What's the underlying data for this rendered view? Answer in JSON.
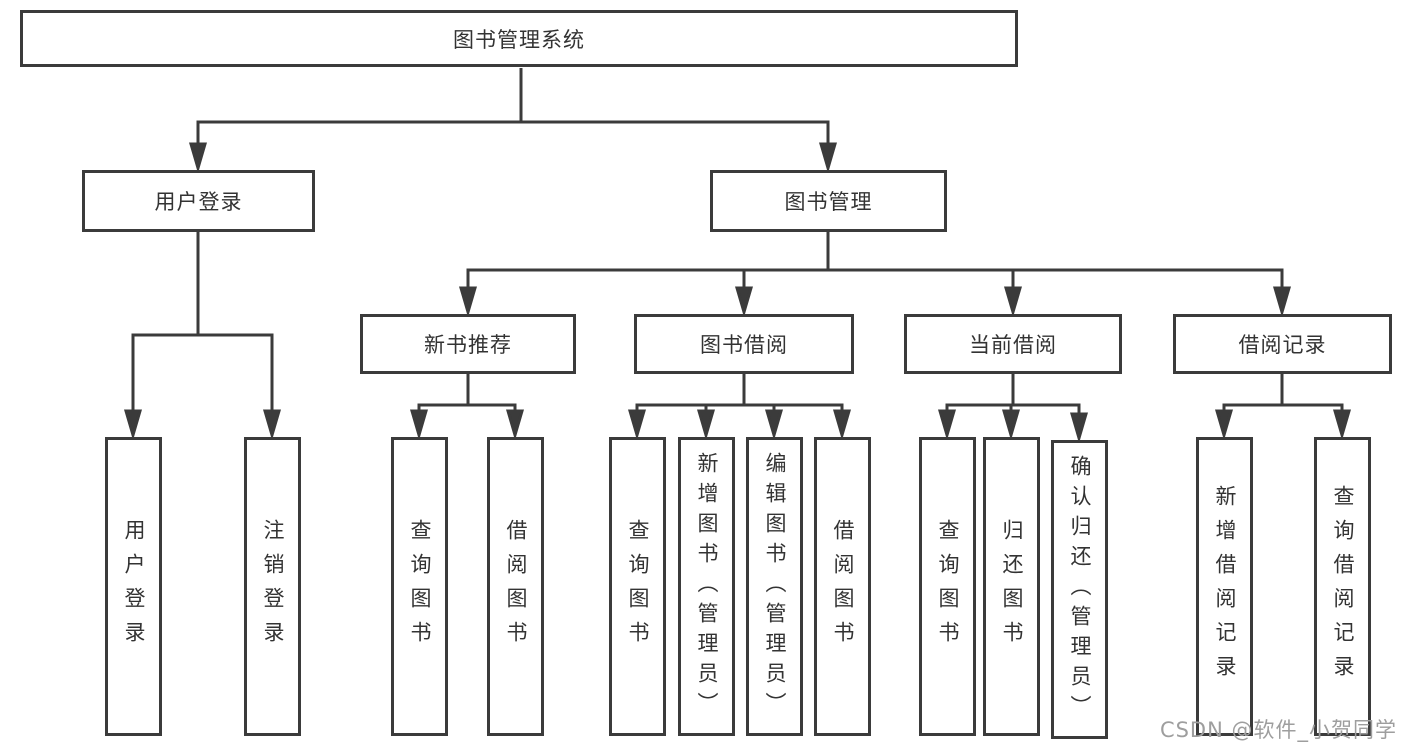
{
  "diagram": {
    "tree": {
      "label": "图书管理系统",
      "children": [
        {
          "label": "用户登录",
          "children": [
            {
              "label": "用户登录"
            },
            {
              "label": "注销登录"
            }
          ]
        },
        {
          "label": "图书管理",
          "children": [
            {
              "label": "新书推荐",
              "children": [
                {
                  "label": "查询图书"
                },
                {
                  "label": "借阅图书"
                }
              ]
            },
            {
              "label": "图书借阅",
              "children": [
                {
                  "label": "查询图书"
                },
                {
                  "label": "新增图书（管理员）"
                },
                {
                  "label": "编辑图书（管理员）"
                },
                {
                  "label": "借阅图书"
                }
              ]
            },
            {
              "label": "当前借阅",
              "children": [
                {
                  "label": "查询图书"
                },
                {
                  "label": "归还图书"
                },
                {
                  "label": "确认归还（管理员）"
                }
              ]
            },
            {
              "label": "借阅记录",
              "children": [
                {
                  "label": "新增借阅记录"
                },
                {
                  "label": "查询借阅记录"
                }
              ]
            }
          ]
        }
      ]
    },
    "watermark": "CSDN @软件_小贺同学",
    "colors": {
      "line": "#3b3b3b",
      "text": "#333333",
      "watermark_text": "#9e9e9e",
      "background": "#ffffff"
    }
  }
}
